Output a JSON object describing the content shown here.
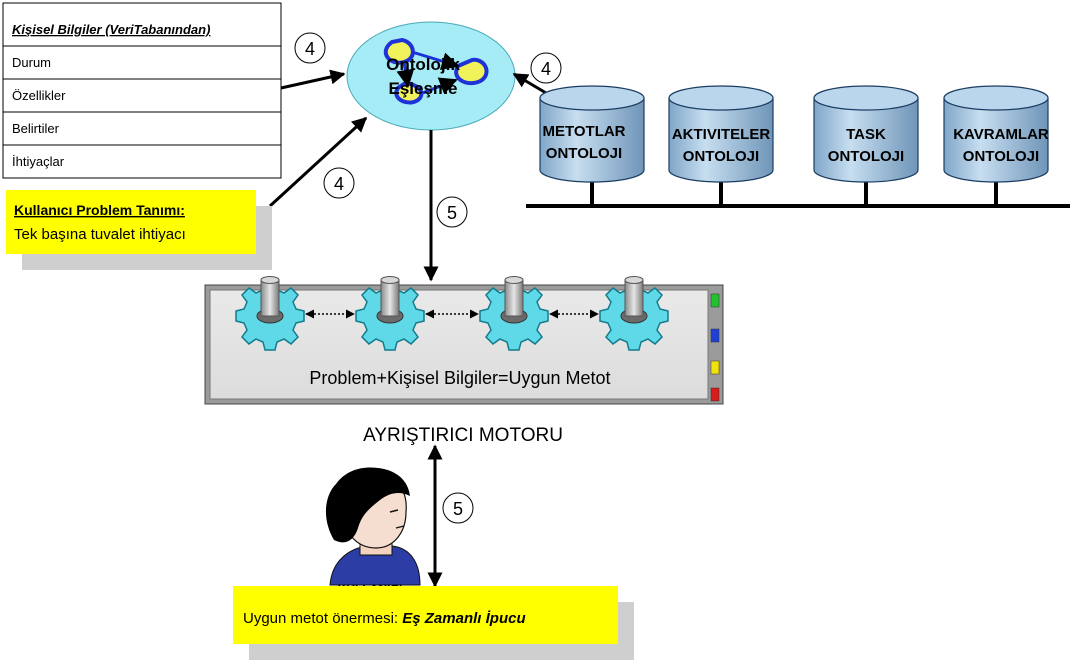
{
  "personal_info_table": {
    "header": "Kişisel Bilgiler (VeriTabanından)",
    "rows": [
      "Durum",
      "Özellikler",
      "Belirtiler",
      "İhtiyaçlar"
    ]
  },
  "ontology_matching": {
    "line1": "Ontolojik",
    "line2": "Eşleşme"
  },
  "step_badges": {
    "four": "4",
    "five": "5"
  },
  "ontologies": [
    {
      "line1": "METOTLAR",
      "line2": "ONTOLOJI"
    },
    {
      "line1": "AKTIVITELER",
      "line2": "ONTOLOJI"
    },
    {
      "line1": "TASK",
      "line2": "ONTOLOJI"
    },
    {
      "line1": "KAVRAMLAR",
      "line2": "ONTOLOJI"
    }
  ],
  "user_problem": {
    "title": "Kullanıcı Problem Tanımı:",
    "text": "Tek başına tuvalet ihtiyacı"
  },
  "engine": {
    "formula": "Problem+Kişisel Bilgiler=Uygun Metot",
    "title": "AYRIŞTIRICI MOTORU",
    "indicator_colors": [
      "#22c22e",
      "#1f3fd6",
      "#f2e20a",
      "#d81b1b"
    ]
  },
  "user": {
    "label": "KULLANICI"
  },
  "suggestion": {
    "prefix": "Uygun metot önermesi: ",
    "method": "Eş Zamanlı İpucu"
  },
  "colors": {
    "yellow_box": "#ffff00",
    "cylinder_top": "#b9d6ec",
    "ellipse_fill": "#a5ecf6",
    "gear_fill": "#5fd9e8",
    "blob_fill": "#f2f25a",
    "blob_stroke": "#1d33d8"
  }
}
